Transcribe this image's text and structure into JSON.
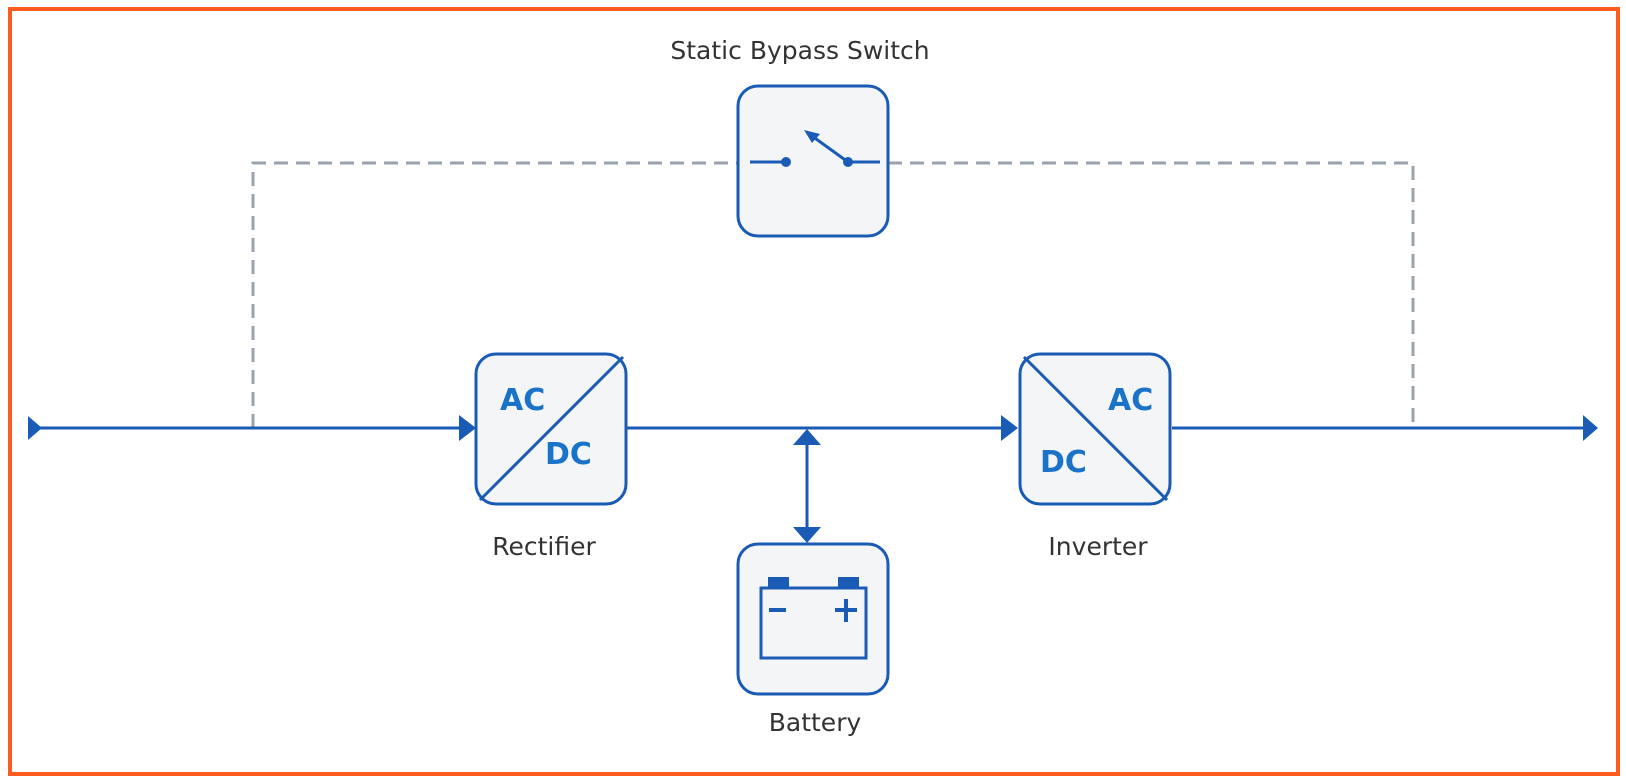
{
  "diagram": {
    "title": "UPS online double-conversion topology",
    "colors": {
      "frame": "#ff5a1f",
      "main_line": "#1a5bb5",
      "bypass_line": "#9aa3ad",
      "box_fill": "#f4f5f7",
      "box_stroke": "#1a5bb5",
      "box_text": "#1a73c7",
      "label_text": "#333333"
    },
    "components": {
      "bypass": {
        "label": "Static Bypass Switch",
        "icon": "switch-icon"
      },
      "rectifier": {
        "label": "Rectifier",
        "top_text": "AC",
        "bottom_text": "DC",
        "icon": "ac-dc-converter-icon"
      },
      "inverter": {
        "label": "Inverter",
        "top_text": "AC",
        "bottom_text": "DC",
        "icon": "dc-ac-converter-icon"
      },
      "battery": {
        "label": "Battery",
        "icon": "battery-icon",
        "neg": "−",
        "pos": "+"
      }
    },
    "connections": [
      {
        "from": "input",
        "to": "rectifier",
        "style": "solid",
        "arrow": "end"
      },
      {
        "from": "rectifier",
        "to": "inverter",
        "style": "solid",
        "arrow": "end"
      },
      {
        "from": "dc-bus",
        "to": "battery",
        "style": "solid",
        "arrow": "both"
      },
      {
        "from": "inverter",
        "to": "output",
        "style": "solid",
        "arrow": "end"
      },
      {
        "from": "input",
        "to": "bypass",
        "style": "dashed"
      },
      {
        "from": "bypass",
        "to": "output",
        "style": "dashed"
      }
    ]
  }
}
